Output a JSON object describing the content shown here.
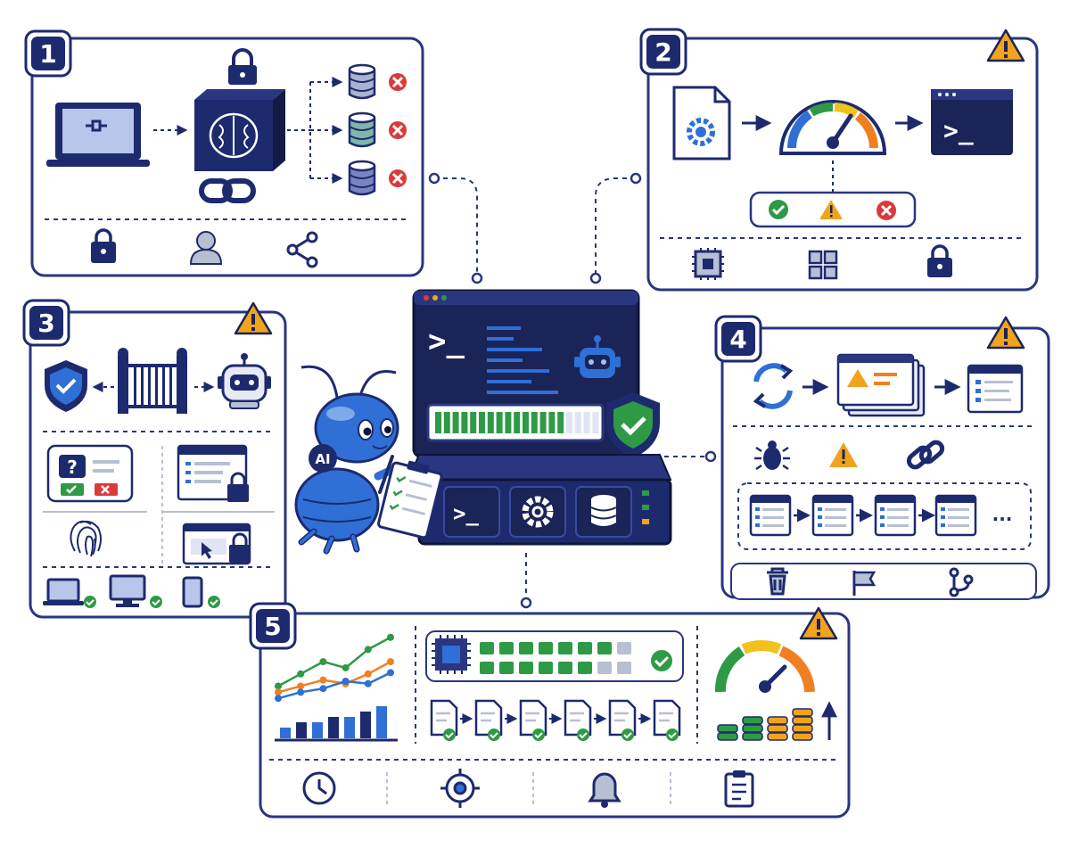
{
  "colors": {
    "navy": "#1e2a6e",
    "dark": "#1b2456",
    "blue": "#2f6fd6",
    "light_blue": "#9fc3f0",
    "green": "#2f9a45",
    "red": "#d93a3a",
    "amber": "#f1a31c",
    "orange": "#f07f22",
    "grey": "#b7bfd3",
    "panel_border": "#2a3680"
  },
  "panels": [
    {
      "number": "1",
      "warning": false
    },
    {
      "number": "2",
      "warning": true
    },
    {
      "number": "3",
      "warning": true
    },
    {
      "number": "4",
      "warning": true
    },
    {
      "number": "5",
      "warning": true
    }
  ],
  "mascot": {
    "badge": "AI"
  },
  "panel1": {
    "icons": [
      "laptop-icon",
      "ai-brain-chip-icon",
      "lock-icon",
      "chain-link-icon",
      "database-icon",
      "error-icon"
    ],
    "footer_icons": [
      "lock-icon",
      "user-icon",
      "share-icon"
    ]
  },
  "panel2": {
    "icons": [
      "settings-file-icon",
      "gauge-icon",
      "terminal-window-icon"
    ],
    "status_icons": [
      "check-icon",
      "warning-icon",
      "error-icon"
    ],
    "footer_icons": [
      "chip-icon",
      "modules-icon",
      "lock-icon"
    ],
    "terminal_prompt": ">_"
  },
  "panel3": {
    "icons": [
      "shield-check-icon",
      "gate-icon",
      "robot-icon",
      "question-icon",
      "app-window-lock-icon",
      "fingerprint-icon",
      "cursor-window-lock-icon"
    ],
    "devices": [
      "laptop-icon",
      "monitor-icon",
      "phone-icon"
    ]
  },
  "panel4": {
    "icons": [
      "refresh-icon",
      "warning-stack-icon",
      "list-window-icon"
    ],
    "row_icons": [
      "bug-icon",
      "warning-icon",
      "link-icon"
    ],
    "pipeline_more": "...",
    "footer_icons": [
      "trash-icon",
      "flag-icon",
      "branch-icon"
    ]
  },
  "panel5": {
    "line_chart": {
      "type": "line",
      "series": [
        {
          "values": [
            2,
            3,
            4,
            3.5,
            5,
            6
          ],
          "color": "#2f9a45"
        },
        {
          "values": [
            1.5,
            2,
            2.5,
            2.2,
            3,
            4
          ],
          "color": "#f07f22"
        },
        {
          "values": [
            1,
            1.5,
            1.8,
            2.4,
            2.2,
            3.1
          ],
          "color": "#2f6fd6"
        }
      ]
    },
    "bar_chart": {
      "type": "bar",
      "values": [
        2,
        3,
        3,
        4,
        4,
        5,
        6
      ]
    },
    "chip_grid": {
      "rows": [
        [
          "green",
          "green",
          "green",
          "green",
          "green",
          "green",
          "green",
          "grey"
        ],
        [
          "green",
          "green",
          "green",
          "green",
          "green",
          "green",
          "grey",
          "grey"
        ]
      ]
    },
    "doc_checks": 6,
    "coin_stacks": [
      {
        "color": "green",
        "count": 2
      },
      {
        "color": "green",
        "count": 3
      },
      {
        "color": "amber",
        "count": 3
      },
      {
        "color": "amber",
        "count": 4
      }
    ],
    "footer_icons": [
      "clock-icon",
      "target-icon",
      "bell-icon",
      "clipboard-icon"
    ]
  },
  "server": {
    "prompt": ">_",
    "progress": 0.78,
    "module_icons": [
      "terminal-icon",
      "gear-icon",
      "database-icon"
    ]
  }
}
